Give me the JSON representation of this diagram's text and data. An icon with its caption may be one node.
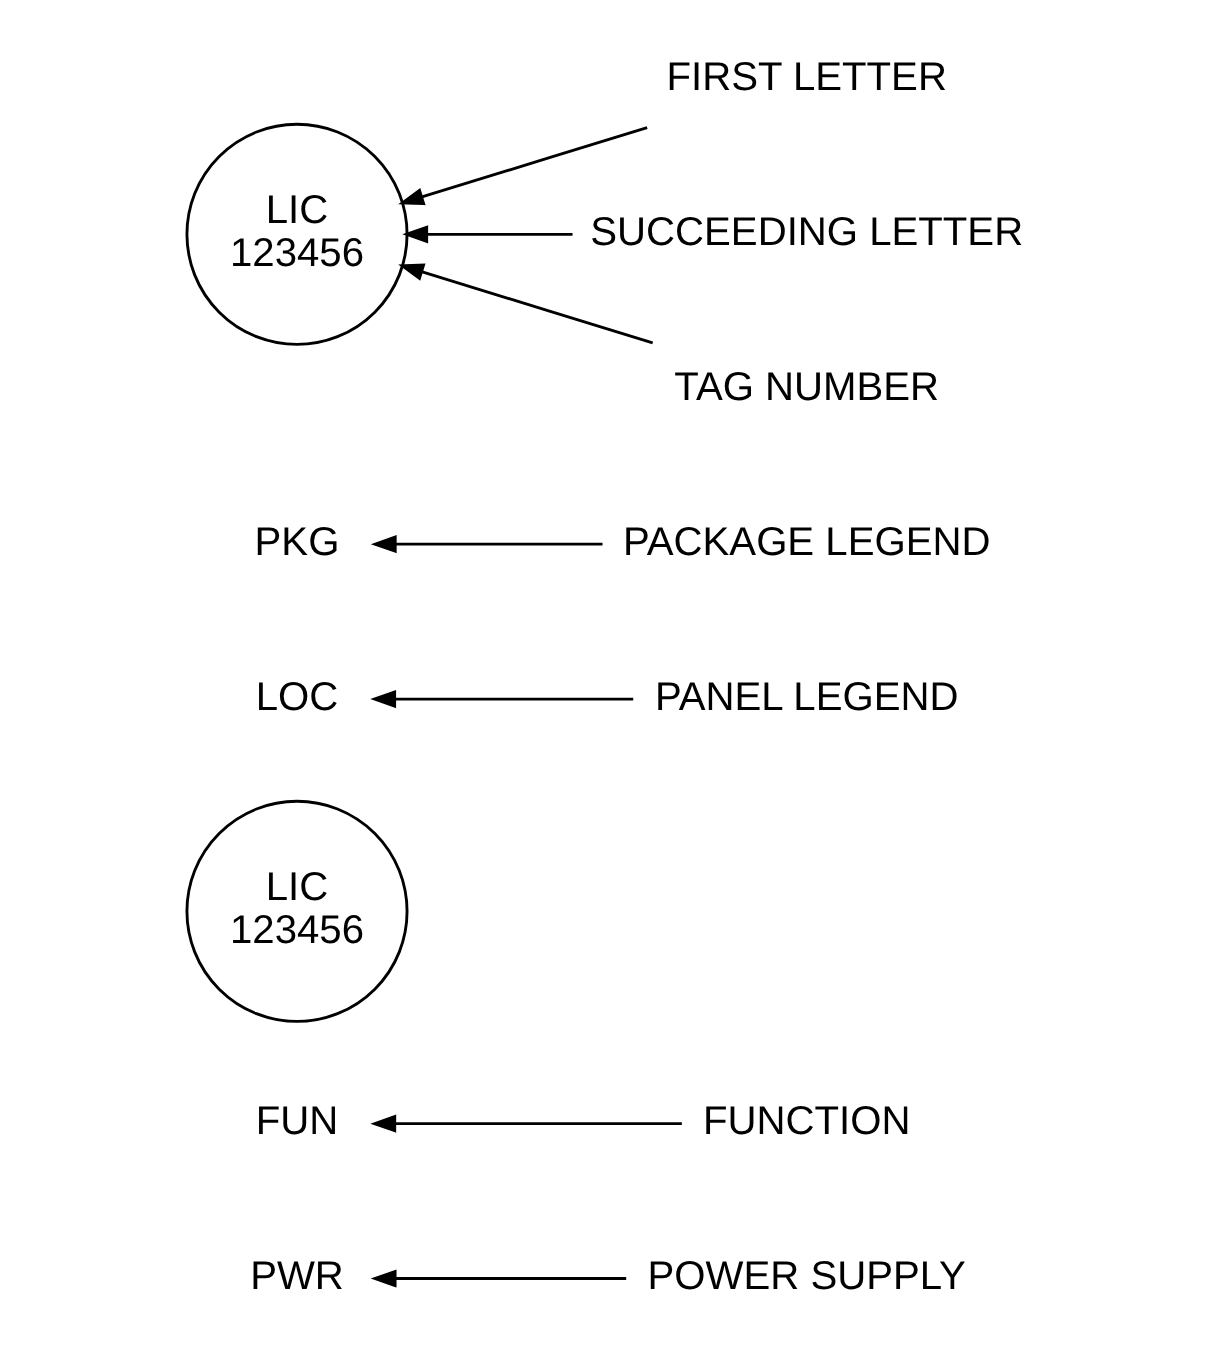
{
  "diagram": {
    "nodes": [
      {
        "text": [
          "POWER SUPPLY"
        ]
      },
      {
        "text": [
          "FUNCTION"
        ]
      },
      {
        "text": [
          "PWR"
        ]
      },
      {
        "text": [
          "FUN"
        ]
      },
      {
        "text": [
          "LIC",
          "123456"
        ]
      },
      {
        "text": [
          "LOC"
        ]
      },
      {
        "text": [
          "PKG"
        ]
      },
      {
        "text": [
          "PACKAGE LEGEND"
        ]
      },
      {
        "text": [
          "PANEL LEGEND"
        ]
      },
      {
        "text": [
          "FIRST LETTER"
        ]
      },
      {
        "text": [
          "SUCCEEDING LETTER"
        ]
      },
      {
        "text": [
          "LIC",
          "123456"
        ]
      },
      {
        "text": [
          "TAG NUMBER"
        ]
      }
    ],
    "edges": [
      {
        "from": 0,
        "to": 2,
        "arrow": "to"
      },
      {
        "from": 1,
        "to": 3,
        "arrow": "to"
      },
      {
        "from": 7,
        "to": 6,
        "arrow": "to"
      },
      {
        "from": 8,
        "to": 5,
        "arrow": "to"
      },
      {
        "from": 9,
        "to": 11,
        "arrow": "to"
      },
      {
        "from": 10,
        "to": 11,
        "arrow": "to"
      },
      {
        "from": 12,
        "to": 11,
        "arrow": "to"
      }
    ]
  }
}
